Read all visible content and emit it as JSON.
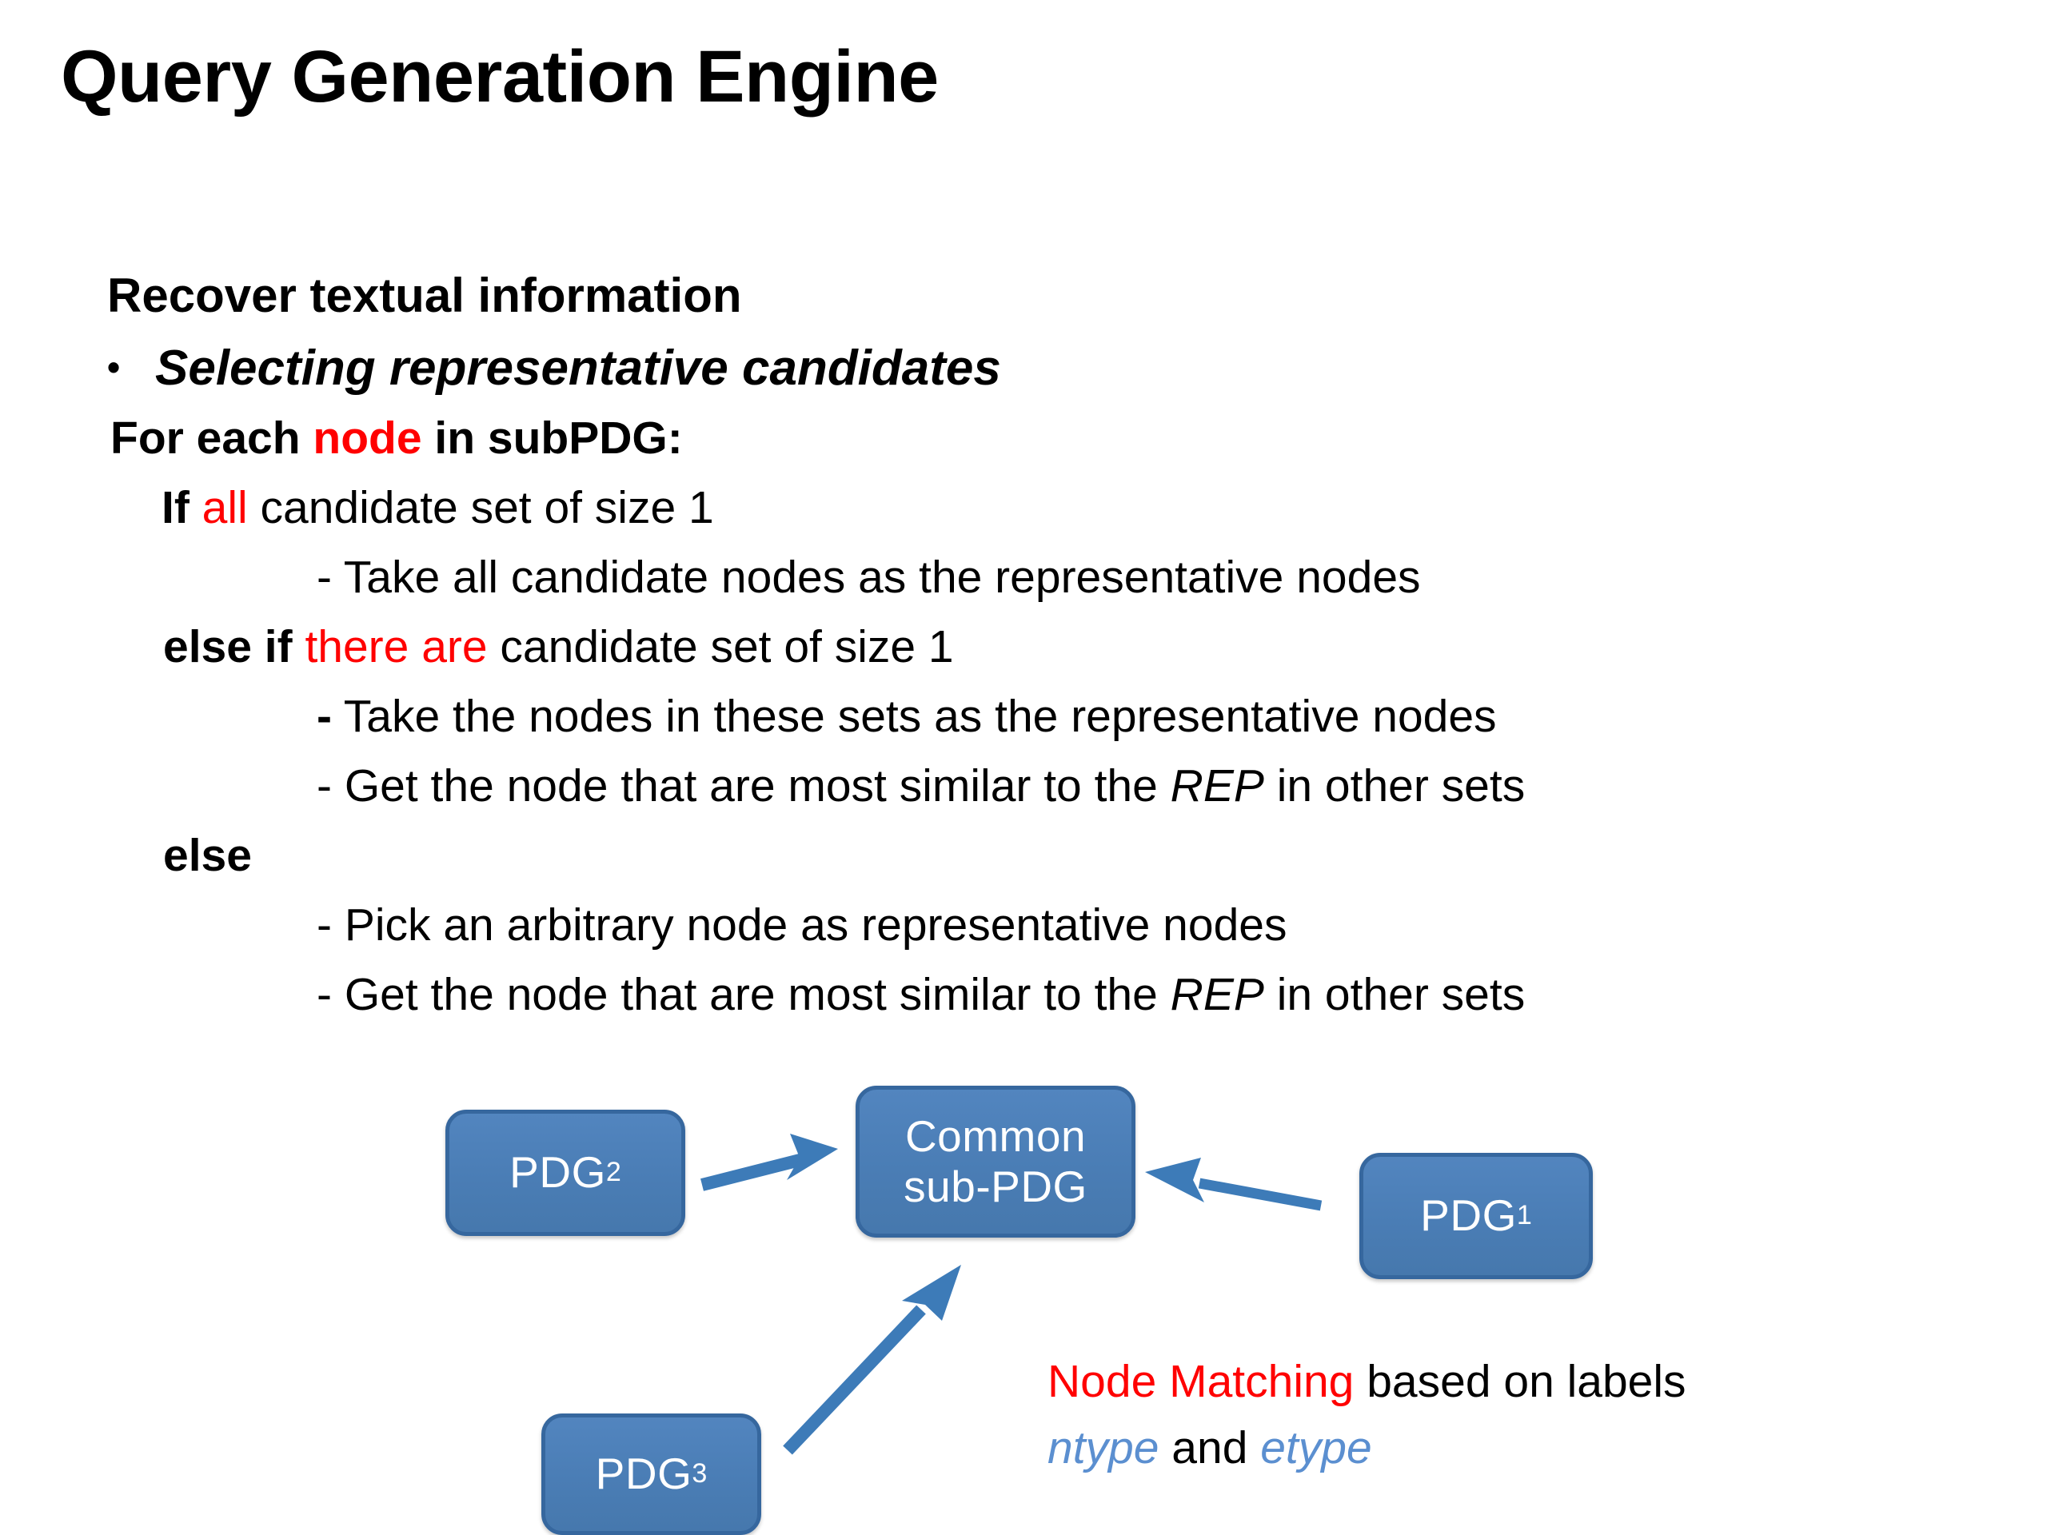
{
  "slide": {
    "title": "Query Generation Engine",
    "heading": "Recover textual information",
    "bullet": {
      "marker": "•",
      "text": "Selecting representative candidates"
    },
    "pseudocode": [
      {
        "id": "for-each",
        "parts": [
          {
            "text": "For each ",
            "style": "bold"
          },
          {
            "text": "node",
            "style": "red-bold"
          },
          {
            "text": " in subPDG:",
            "style": "bold"
          }
        ]
      },
      {
        "id": "if-all",
        "parts": [
          {
            "text": "If ",
            "style": "bold"
          },
          {
            "text": " all",
            "style": "red"
          },
          {
            "text": " candidate set of size 1",
            "style": "regular"
          }
        ]
      },
      {
        "id": "take-all-candidate-nodes",
        "parts": [
          {
            "text": "- Take all candidate nodes as the representative nodes",
            "style": "regular"
          }
        ]
      },
      {
        "id": "else-if",
        "parts": [
          {
            "text": "else if ",
            "style": "bold"
          },
          {
            "text": " there are",
            "style": "red"
          },
          {
            "text": " candidate set of size 1",
            "style": "regular"
          }
        ]
      },
      {
        "id": "take-nodes-in-sets",
        "parts": [
          {
            "text": "-",
            "style": "bold"
          },
          {
            "text": " Take the nodes in these sets as the representative nodes",
            "style": "regular"
          }
        ]
      },
      {
        "id": "get-node-similar-1",
        "parts": [
          {
            "text": "- Get the node that are most similar to the ",
            "style": "regular"
          },
          {
            "text": "REP",
            "style": "italic"
          },
          {
            "text": " in other sets",
            "style": "regular"
          }
        ]
      },
      {
        "id": "else",
        "parts": [
          {
            "text": "else",
            "style": "bold"
          }
        ]
      },
      {
        "id": "pick-arbitrary-node",
        "parts": [
          {
            "text": "- Pick an arbitrary node as representative nodes",
            "style": "regular"
          }
        ]
      },
      {
        "id": "get-node-similar-2",
        "parts": [
          {
            "text": "- Get the node that are most similar to the ",
            "style": "regular"
          },
          {
            "text": "REP",
            "style": "italic"
          },
          {
            "text": " in other sets",
            "style": "regular"
          }
        ]
      }
    ],
    "diagram": {
      "nodes": {
        "pdg2": {
          "label": "PDG",
          "sub": "2"
        },
        "pdg1": {
          "label": "PDG",
          "sub": "1"
        },
        "pdg3": {
          "label": "PDG",
          "sub": "3"
        },
        "common": {
          "line1": "Common",
          "line2": "sub-PDG"
        }
      },
      "arrows": [
        {
          "name": "arrow-pdg2-to-common",
          "from": "pdg2",
          "to": "common"
        },
        {
          "name": "arrow-pdg1-to-common",
          "from": "pdg1",
          "to": "common"
        },
        {
          "name": "arrow-pdg3-to-common",
          "from": "pdg3",
          "to": "common"
        }
      ],
      "colors": {
        "node_fill": "#4a7db5",
        "node_border": "#36679e",
        "node_text": "#ffffff",
        "arrow": "#3d7bb8"
      }
    },
    "annotation": {
      "line1": [
        {
          "text": "Node Matching",
          "style": "red"
        },
        {
          "text": " based on labels",
          "style": "regular"
        }
      ],
      "line2": [
        {
          "text": "ntype",
          "style": "blue-italic"
        },
        {
          "text": " and ",
          "style": "regular"
        },
        {
          "text": "etype",
          "style": "blue-italic"
        }
      ]
    },
    "colors": {
      "accent_red": "#ff0000",
      "accent_blue": "#5b8fd0",
      "text": "#000000",
      "background": "#ffffff"
    }
  }
}
